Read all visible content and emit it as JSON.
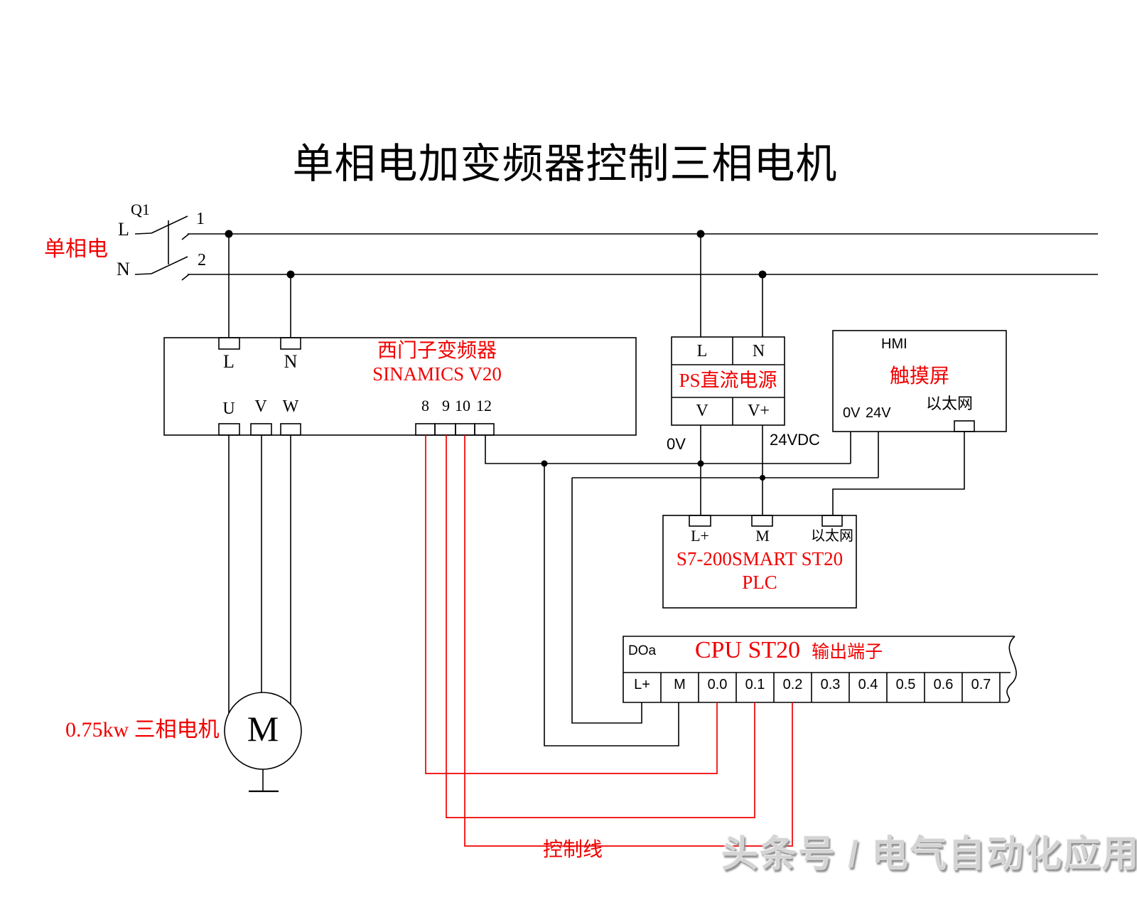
{
  "title": "单相电加变频器控制三相电机",
  "colors": {
    "accent": "#f10000",
    "line": "#000000",
    "watermark": "#d4d4d4"
  },
  "mains": {
    "label": "单相电",
    "breaker": "Q1",
    "phase": "L",
    "neutral": "N",
    "wire1": "1",
    "wire2": "2"
  },
  "inverter": {
    "title": "西门子变频器",
    "model": "SINAMICS V20",
    "in_l": "L",
    "in_n": "N",
    "out_u": "U",
    "out_v": "V",
    "out_w": "W",
    "ctrl": [
      "8",
      "9",
      "10",
      "12"
    ]
  },
  "psu": {
    "title": "PS直流电源",
    "in_l": "L",
    "in_n": "N",
    "out_v": "V",
    "out_vp": "V+",
    "label_0v": "0V",
    "label_24v": "24VDC"
  },
  "hmi": {
    "title": "HMI",
    "name": "触摸屏",
    "ethernet": "以太网",
    "t_0v": "0V",
    "t_24v": "24V"
  },
  "plc": {
    "model": "S7-200SMART ST20",
    "name": "PLC",
    "t_lp": "L+",
    "t_m": "M",
    "t_eth": "以太网"
  },
  "io_strip": {
    "group": "DOa",
    "title": "CPU ST20",
    "subtitle": "输出端子",
    "cells": [
      "L+",
      "M",
      "0.0",
      "0.1",
      "0.2",
      "0.3",
      "0.4",
      "0.5",
      "0.6",
      "0.7"
    ]
  },
  "motor": {
    "symbol": "M",
    "label": "0.75kw 三相电机"
  },
  "annotations": {
    "control_line": "控制线",
    "watermark": "头条号 / 电气自动化应用"
  }
}
